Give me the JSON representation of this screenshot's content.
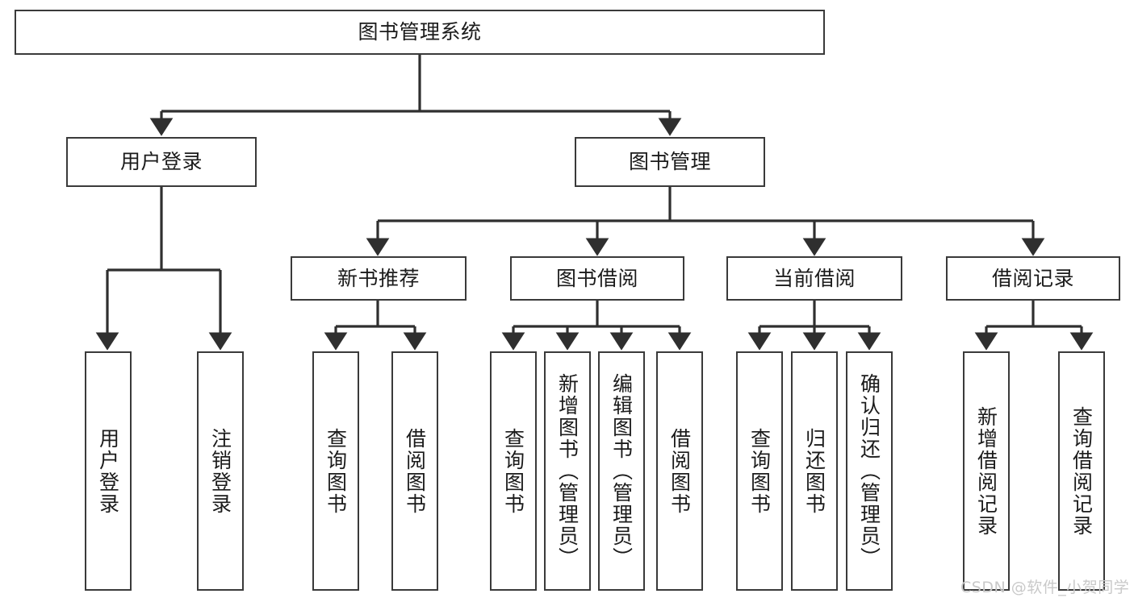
{
  "diagram": {
    "type": "tree-hierarchy",
    "title": "图书管理系统",
    "watermark": "CSDN @软件_小贺同学",
    "colors": {
      "border": "#3a3a3a",
      "background": "#ffffff",
      "text": "#1b1b1b",
      "connector": "#2f2f2f",
      "watermark": "#c9c9c9"
    },
    "levels": {
      "root": [
        "图书管理系统"
      ],
      "level2": [
        "用户登录",
        "图书管理"
      ],
      "level3": [
        "新书推荐",
        "图书借阅",
        "当前借阅",
        "借阅记录"
      ],
      "level4": [
        "用户登录",
        "注销登录",
        "查询图书",
        "借阅图书",
        "查询图书",
        "新增图书（管理员）",
        "编辑图书（管理员）",
        "借阅图书",
        "查询图书",
        "归还图书",
        "确认归还（管理员）",
        "新增借阅记录",
        "查询借阅记录"
      ]
    },
    "nodes": {
      "root": {
        "label": "图书管理系统"
      },
      "user_login": {
        "label": "用户登录"
      },
      "book_manage": {
        "label": "图书管理"
      },
      "new_book_rec": {
        "label": "新书推荐"
      },
      "book_borrow": {
        "label": "图书借阅"
      },
      "current_borrow": {
        "label": "当前借阅"
      },
      "borrow_record": {
        "label": "借阅记录"
      },
      "leaf_user_login": {
        "label": "用户登录"
      },
      "leaf_logout": {
        "label": "注销登录"
      },
      "leaf_query_book_a": {
        "label": "查询图书"
      },
      "leaf_borrow_book_a": {
        "label": "借阅图书"
      },
      "leaf_query_book_b": {
        "label": "查询图书"
      },
      "leaf_add_book": {
        "label": "新增图书（管理员）"
      },
      "leaf_edit_book": {
        "label": "编辑图书（管理员）"
      },
      "leaf_borrow_book_b": {
        "label": "借阅图书"
      },
      "leaf_query_book_c": {
        "label": "查询图书"
      },
      "leaf_return_book": {
        "label": "归还图书"
      },
      "leaf_confirm_return": {
        "label": "确认归还（管理员）"
      },
      "leaf_add_record": {
        "label": "新增借阅记录"
      },
      "leaf_query_record": {
        "label": "查询借阅记录"
      }
    }
  }
}
